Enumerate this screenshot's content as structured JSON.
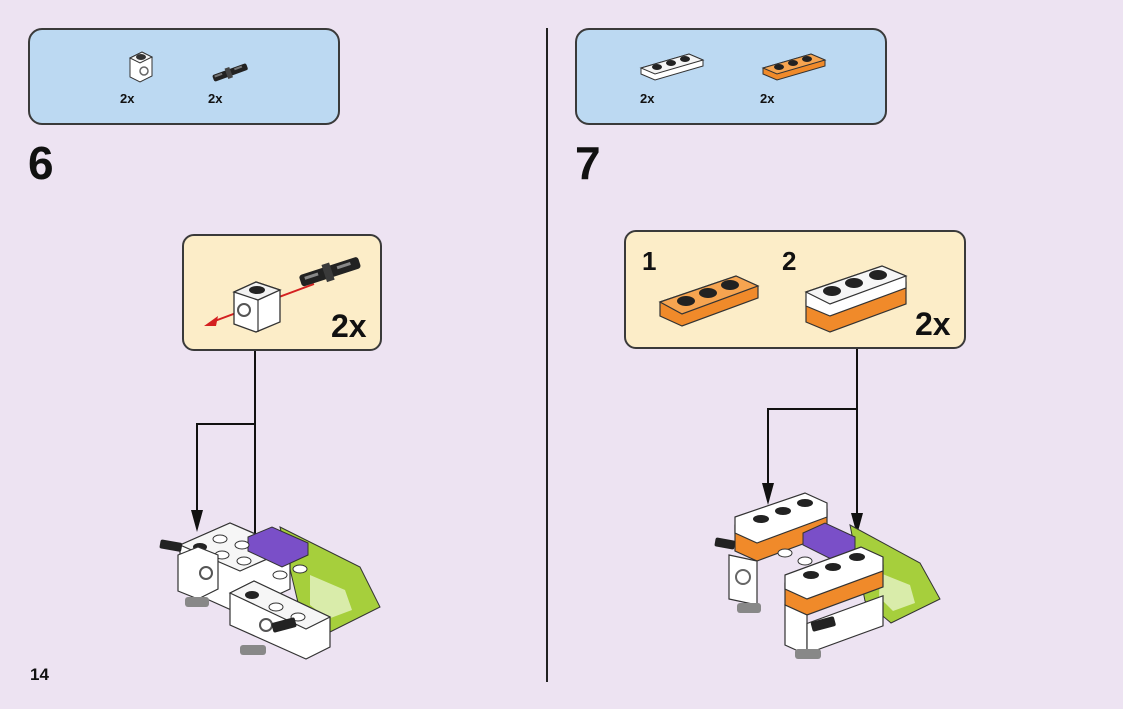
{
  "page": {
    "number": "14"
  },
  "step6": {
    "number": "6",
    "parts": [
      {
        "name": "white-brick-with-hole",
        "qty": "2x"
      },
      {
        "name": "black-pin-axle",
        "qty": "2x"
      }
    ],
    "callout": {
      "qty": "2x"
    }
  },
  "step7": {
    "number": "7",
    "parts": [
      {
        "name": "white-plate-1x3",
        "qty": "2x"
      },
      {
        "name": "orange-plate-1x3",
        "qty": "2x"
      }
    ],
    "callout": {
      "sub1": "1",
      "sub2": "2",
      "qty": "2x"
    }
  },
  "colors": {
    "background": "#ede3f2",
    "parts_panel": "#bcd9f2",
    "callout": "#fcedc8",
    "orange": "#f08a2a",
    "purple": "#7a4fc8",
    "lime": "#a6cf3c",
    "pin_red": "#d42020"
  }
}
